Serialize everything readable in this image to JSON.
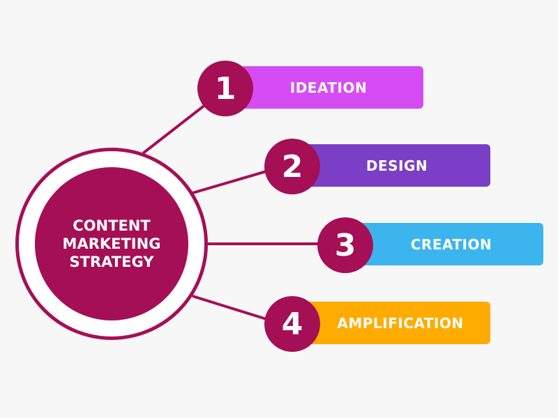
{
  "center": {
    "lines": [
      "CONTENT",
      "MARKETING",
      "STRATEGY"
    ],
    "color": "#a50f55"
  },
  "steps": [
    {
      "number": "1",
      "label": "IDEATION",
      "color": "#d64cf4"
    },
    {
      "number": "2",
      "label": "DESIGN",
      "color": "#7a3fc6"
    },
    {
      "number": "3",
      "label": "CREATION",
      "color": "#3cb5ef"
    },
    {
      "number": "4",
      "label": "AMPLIFICATION",
      "color": "#ffab00"
    }
  ]
}
